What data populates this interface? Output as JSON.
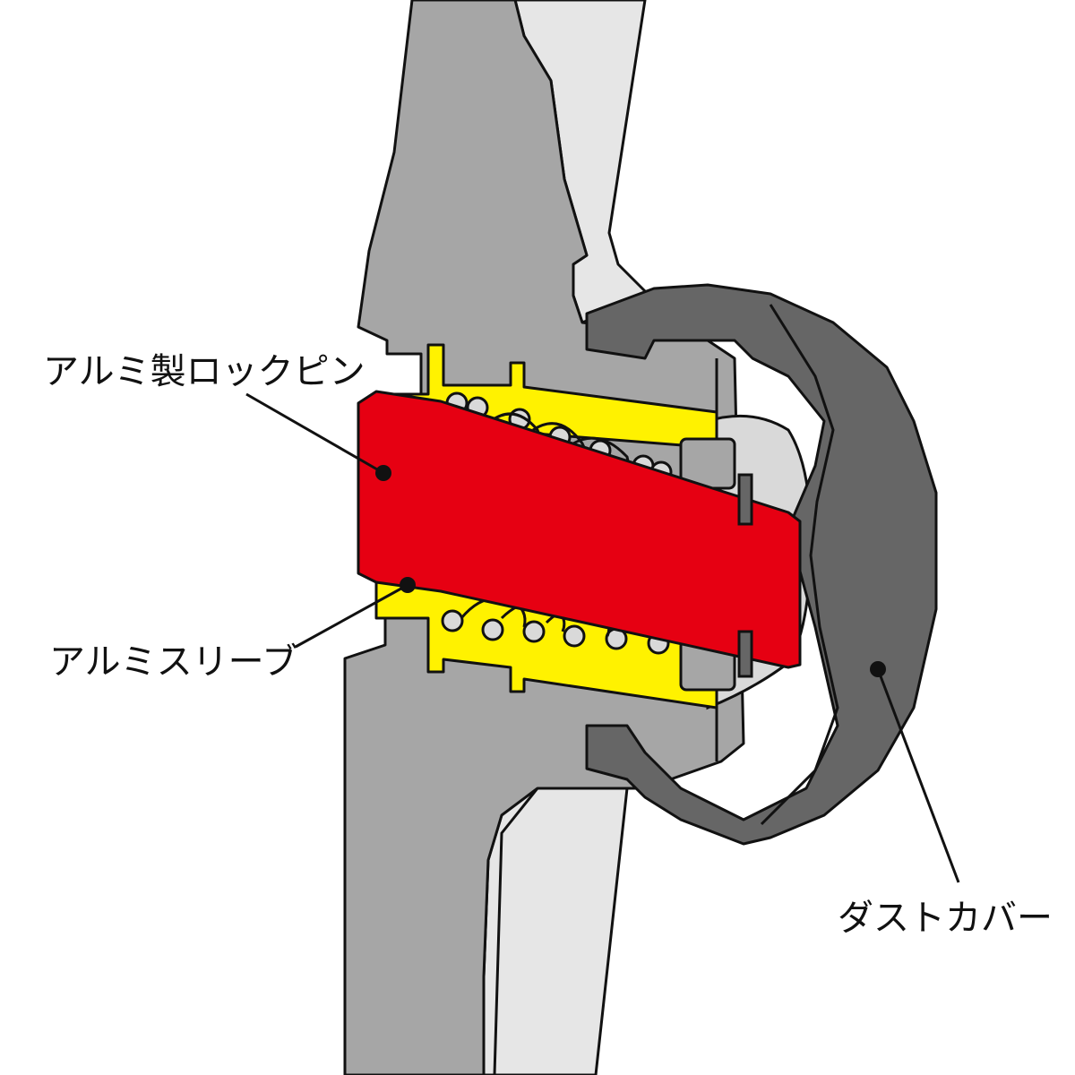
{
  "labels": {
    "lock_pin": "アルミ製ロックピン",
    "sleeve": "アルミスリーブ",
    "dust_cover": "ダストカバー"
  },
  "colors": {
    "housing": "#a6a6a6",
    "light_metal": "#e6e6e6",
    "dark_rubber": "#666666",
    "sleeve": "#fff200",
    "pin": "#e60012",
    "outline": "#111111",
    "spring": "#d9d9d9"
  }
}
